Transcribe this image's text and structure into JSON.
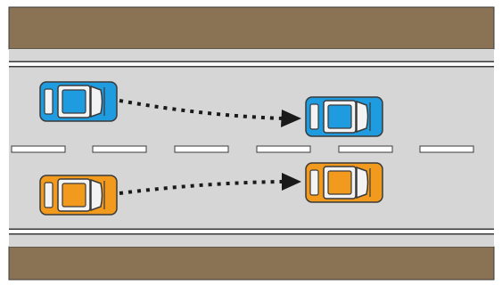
{
  "colors": {
    "background": "#ffffff",
    "sidewalk": "#8a7254",
    "road": "#d6d6d6",
    "edge_line": "#ffffff",
    "outline": "#3a3a3a",
    "lane_dash": "#ffffff",
    "arrow": "#1a1a1a",
    "blue_car": "#1f9be0",
    "orange_car": "#f29a1d",
    "car_window": "#f3f3f3"
  },
  "scene": {
    "cars": [
      {
        "id": "blue-car-start",
        "color": "blue",
        "lane": "upper",
        "position": "start"
      },
      {
        "id": "blue-car-end",
        "color": "blue",
        "lane": "upper",
        "position": "end"
      },
      {
        "id": "orange-car-start",
        "color": "orange",
        "lane": "lower",
        "position": "start"
      },
      {
        "id": "orange-car-end",
        "color": "orange",
        "lane": "lower",
        "position": "end"
      }
    ],
    "arrows": [
      {
        "from": "blue-car-start",
        "to": "blue-car-end",
        "style": "dotted"
      },
      {
        "from": "orange-car-start",
        "to": "orange-car-end",
        "style": "dotted"
      }
    ],
    "icons": [
      "car-icon",
      "arrow-icon"
    ]
  }
}
